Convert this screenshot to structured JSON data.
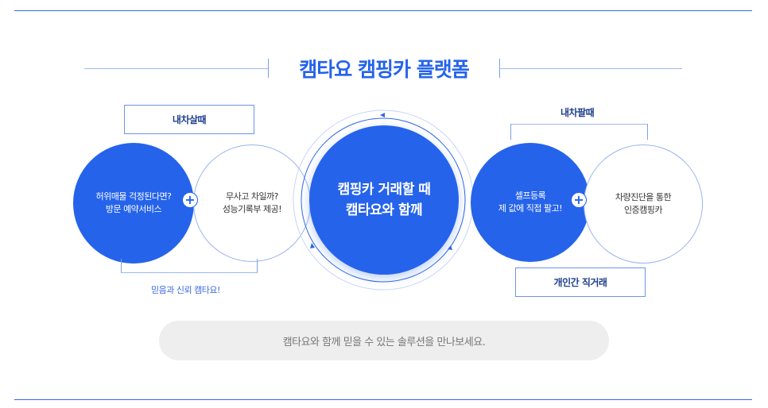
{
  "header": {
    "title": "캠타요 캠핑카 플랫폼"
  },
  "buy_section": {
    "label": "내차살때",
    "circle_left": {
      "line1": "허위매물 걱정된다면?",
      "line2": "방문 예약서비스"
    },
    "circle_right": {
      "line1": "무사고 차일까?",
      "line2": "성능기록부 제공!"
    },
    "footer": "믿음과 신뢰 캠타요!"
  },
  "center": {
    "line1": "캠핑카 거래할 때",
    "line2": "캠타요와 함께"
  },
  "sell_section": {
    "label": "내차팔때",
    "circle_left": {
      "line1": "셀프등록",
      "line2": "제 값에 직접 팔고!"
    },
    "circle_right": {
      "line1": "차량진단을 통한",
      "line2": "인증캠핑카"
    },
    "footer": "개인간 직거래"
  },
  "plus_symbol": "+",
  "bottom_pill": {
    "text": "캠타요와 함께 믿을 수 있는 솔루션을 만나보세요."
  },
  "colors": {
    "brand_blue": "#2563eb",
    "line_blue": "#2f66e8",
    "pill_gray": "#eeeeee"
  }
}
